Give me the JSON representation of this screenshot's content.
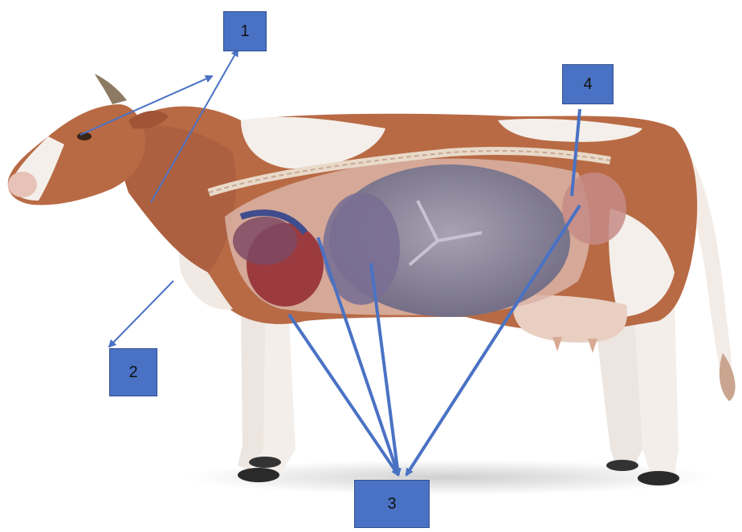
{
  "figure": {
    "subject": "cow-anatomy-cutaway",
    "colors": {
      "label_fill": "#4a72c4",
      "arrow": "#4a72c4",
      "coat_brown": "#b86a45",
      "coat_white": "#f4efea",
      "organ_gray": "#8a8496"
    }
  },
  "labels": [
    {
      "id": "1",
      "text": "1"
    },
    {
      "id": "2",
      "text": "2"
    },
    {
      "id": "3",
      "text": "3"
    },
    {
      "id": "4",
      "text": "4"
    }
  ]
}
